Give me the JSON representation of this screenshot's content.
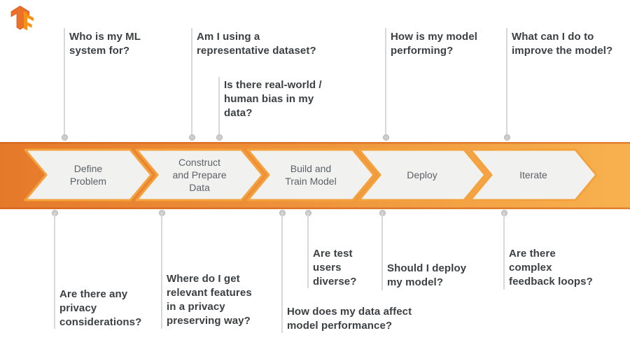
{
  "logo": {
    "name": "TensorFlow",
    "colors": {
      "arrow": "#ec7128",
      "arrow_edge": "#d0571e",
      "f_letter": "#f69214"
    }
  },
  "pipeline": {
    "colors": {
      "banner_left": "#e5792a",
      "banner_right": "#f8b14e",
      "banner_edge": "#cf5a1c",
      "chevron_fill": "#f1f1f0",
      "chevron_outline": "#f4a23d",
      "label": "#5d6167"
    },
    "stages": [
      {
        "label": "Define\nProblem"
      },
      {
        "label": "Construct\nand Prepare\nData"
      },
      {
        "label": "Build and\nTrain Model"
      },
      {
        "label": "Deploy"
      },
      {
        "label": "Iterate"
      }
    ]
  },
  "questions": {
    "top": [
      {
        "text": "Who is my ML\nsystem for?"
      },
      {
        "text": "Am I using a\nrepresentative dataset?"
      },
      {
        "text": "Is there real-world /\nhuman bias in my\ndata?"
      },
      {
        "text": "How is my model\nperforming?"
      },
      {
        "text": "What can I do to\nimprove the model?"
      }
    ],
    "bottom": [
      {
        "text": "Are there any\nprivacy\nconsiderations?"
      },
      {
        "text": "Where do I get\nrelevant features\nin a privacy\npreserving way?"
      },
      {
        "text": "How does my data affect\nmodel performance?"
      },
      {
        "text": "Are test\nusers\ndiverse?"
      },
      {
        "text": "Should I deploy\nmy model?"
      },
      {
        "text": "Are there\ncomplex\nfeedback loops?"
      }
    ]
  }
}
